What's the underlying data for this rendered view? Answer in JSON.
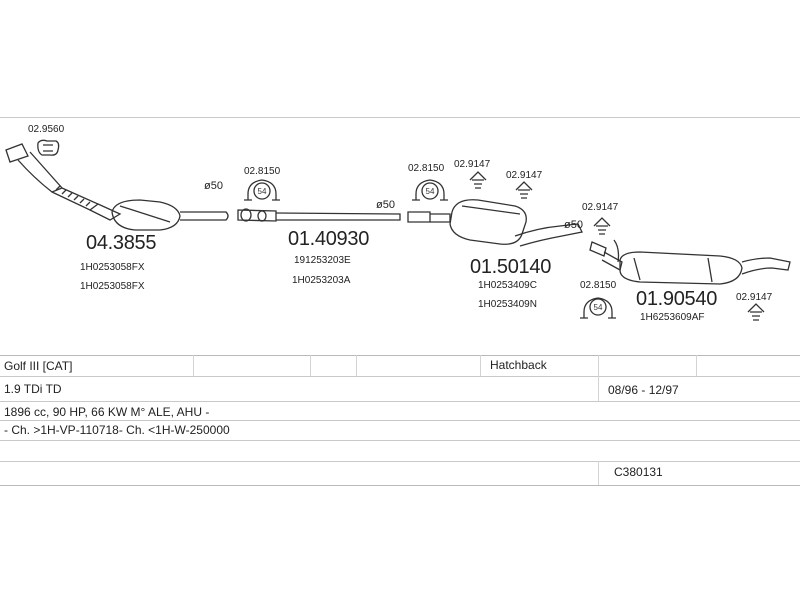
{
  "parts": {
    "p1": {
      "number": "04.3855",
      "oem1": "1H0253058FX",
      "oem2": "1H0253058FX"
    },
    "p2": {
      "number": "01.40930",
      "oem1": "191253203E",
      "oem2": "1H0253203A"
    },
    "p3": {
      "number": "01.50140",
      "oem1": "1H0253409C",
      "oem2": "1H0253409N"
    },
    "p4": {
      "number": "01.90540",
      "oem1": "1H6253609AF"
    }
  },
  "fittings": {
    "gasket": "02.9560",
    "clamp": "02.8150",
    "clamp_size": "54",
    "hanger": "02.9147"
  },
  "diameters": {
    "d50": "ø50"
  },
  "vehicle": {
    "model": "Golf III  [CAT]",
    "body_type": "Hatchback",
    "engine": "1.9 TDi TD",
    "years": "08/96 - 12/97",
    "specs": "1896 cc, 90 HP, 66 KW M° ALE, AHU -",
    "chassis": "- Ch. >1H-VP-110718- Ch. <1H-W-250000",
    "catalog_no": "C380131"
  },
  "icons": {
    "car": "car-icon",
    "clamp": "clamp-icon",
    "hanger": "hanger-icon",
    "gasket": "gasket-icon"
  }
}
